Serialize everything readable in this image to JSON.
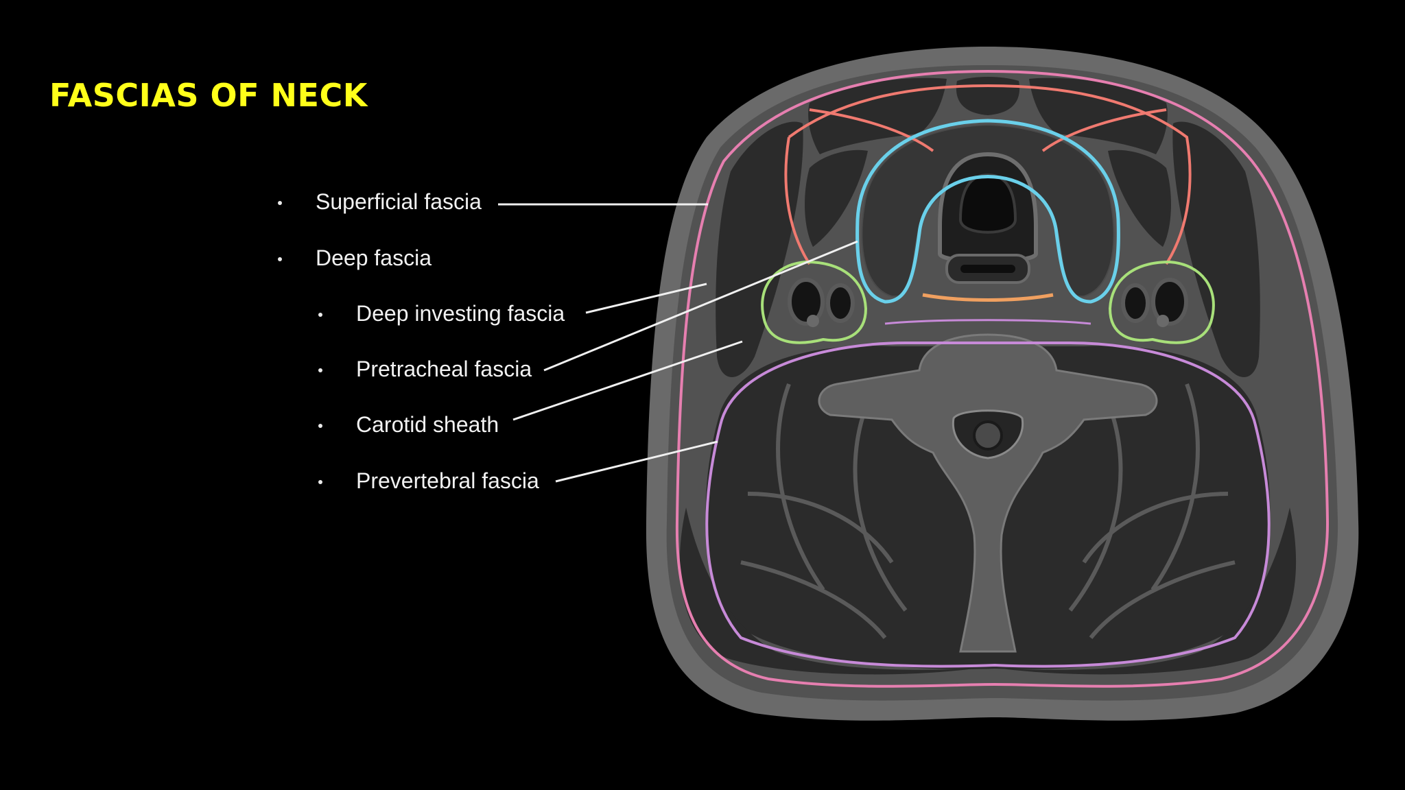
{
  "slide": {
    "title": "FASCIAS OF NECK",
    "bullets": [
      {
        "level": 1,
        "label": "Superficial fascia"
      },
      {
        "level": 1,
        "label": "Deep fascia"
      },
      {
        "level": 2,
        "label": "Deep investing fascia"
      },
      {
        "level": 2,
        "label": "Pretracheal fascia"
      },
      {
        "level": 2,
        "label": "Carotid sheath"
      },
      {
        "level": 2,
        "label": "Prevertebral fascia"
      }
    ]
  },
  "diagram": {
    "colors": {
      "background": "#000000",
      "title": "#ffff1a",
      "skin": "#6a6a6a",
      "tissue": "#525252",
      "muscle": "#2b2b2b",
      "bone": "#5e5e5e",
      "superficial_fascia": "#e67fb0",
      "investing_fascia": "#f07a70",
      "pretracheal_fascia": "#6ad0ea",
      "pretracheal_lower": "#f0a060",
      "carotid_sheath": "#a8e07a",
      "prevertebral_fascia": "#c78ad8"
    }
  }
}
